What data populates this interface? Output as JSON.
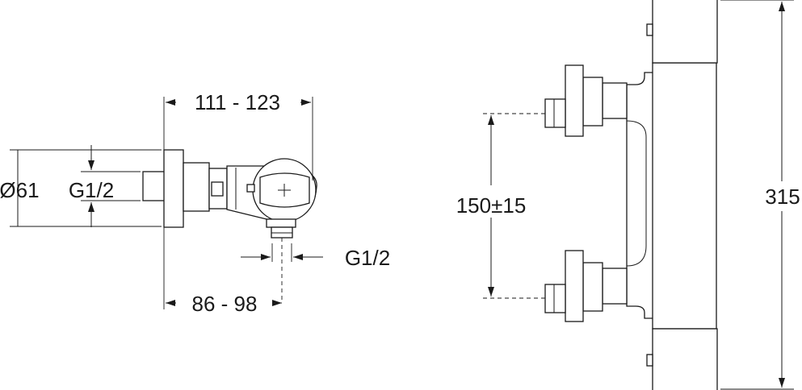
{
  "dimensions": {
    "width_range": "111 - 123",
    "diameter": "Ø61",
    "thread_inlet": "G1/2",
    "thread_outlet": "G1/2",
    "depth_range": "86 - 98",
    "inlet_spacing": "150±15",
    "height": "315"
  }
}
